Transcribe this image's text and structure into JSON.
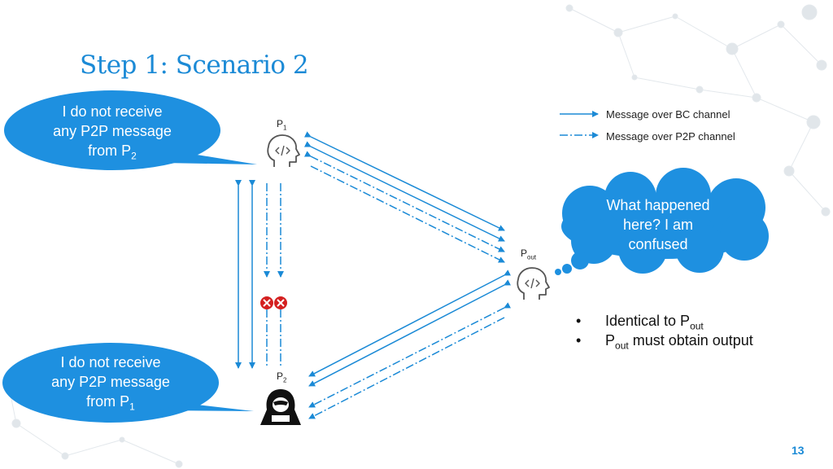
{
  "title": "Step 1: Scenario 2",
  "bubble_p1": {
    "line1": "I do not receive",
    "line2": "any P2P message",
    "line3_prefix": "from P",
    "line3_sub": "2"
  },
  "bubble_p2": {
    "line1": "I do not receive",
    "line2": "any P2P message",
    "line3_prefix": "from P",
    "line3_sub": "1"
  },
  "cloud": {
    "line1": "What happened",
    "line2": "here? I am",
    "line3": "confused"
  },
  "legend": {
    "bc": "Message over BC channel",
    "p2p": "Message over P2P channel"
  },
  "nodes": {
    "p1": {
      "base": "P",
      "sub": "1"
    },
    "p2": {
      "base": "P",
      "sub": "2"
    },
    "pout": {
      "base": "P",
      "sub": "out"
    }
  },
  "bullets": {
    "marker": "•",
    "b1_prefix": "Identical to P",
    "b1_sub": "out",
    "b1_suffix": "",
    "b2_prefix": "P",
    "b2_sub": "out",
    "b2_suffix": " must obtain output"
  },
  "page_number": "13",
  "colors": {
    "accent": "#1b8ad6",
    "bubble": "#1e90e0",
    "error": "#d42020",
    "network": "#dde4ea"
  }
}
